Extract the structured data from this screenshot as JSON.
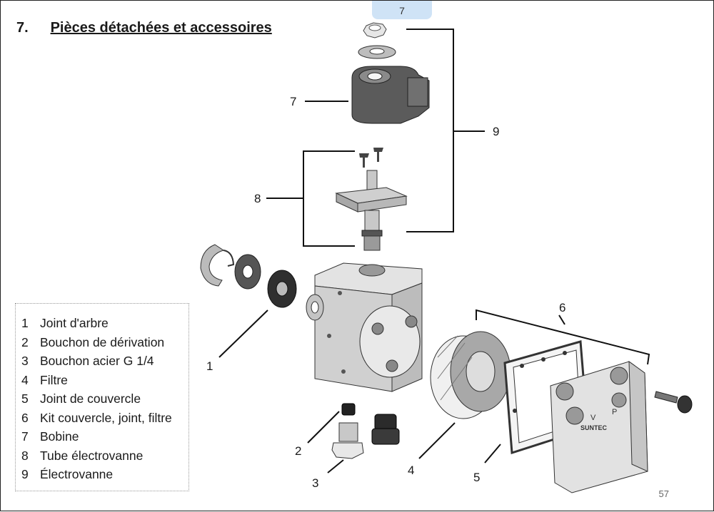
{
  "tab_label": "7",
  "section": {
    "number": "7.",
    "title": "Pièces détachées et accessoires"
  },
  "legend": [
    {
      "num": "1",
      "label": "Joint d'arbre"
    },
    {
      "num": "2",
      "label": "Bouchon de dérivation"
    },
    {
      "num": "3",
      "label": "Bouchon acier G 1/4"
    },
    {
      "num": "4",
      "label": "Filtre"
    },
    {
      "num": "5",
      "label": "Joint de couvercle"
    },
    {
      "num": "6",
      "label": "Kit couvercle, joint, filtre"
    },
    {
      "num": "7",
      "label": "Bobine"
    },
    {
      "num": "8",
      "label": "Tube électrovanne"
    },
    {
      "num": "9",
      "label": "Électrovanne"
    }
  ],
  "callouts": {
    "c1": "1",
    "c2": "2",
    "c3": "3",
    "c4": "4",
    "c5": "5",
    "c6": "6",
    "c7": "7",
    "c8": "8",
    "c9": "9"
  },
  "cover_marks": {
    "brand": "SUNTEC",
    "v": "V",
    "p": "P"
  },
  "page_number": "57",
  "colors": {
    "tab": "#cfe3f6",
    "metal": "#d9d9d9",
    "dark": "#3a3a3a"
  }
}
